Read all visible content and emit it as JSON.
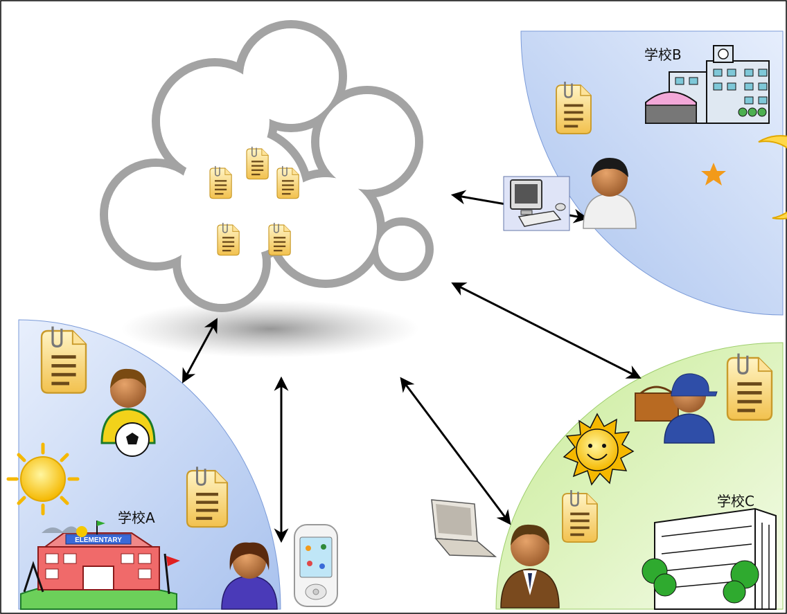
{
  "schools": {
    "a": {
      "label": "学校A",
      "building_text": "ELEMENTARY"
    },
    "b": {
      "label": "学校B"
    },
    "c": {
      "label": "学校C"
    }
  },
  "colors": {
    "region_a": "#c3d5f3",
    "region_b": "#c3d5f3",
    "region_c": "#d7f0b0",
    "cloud_outline": "#9a9a9a",
    "document": "#f7d36a",
    "arrow": "#000000"
  },
  "icons": {
    "cloud": "cloud-icon",
    "document": "document-icon",
    "person": "person-icon",
    "sun": "sun-icon",
    "moon": "moon-icon",
    "computer": "desktop-computer-icon",
    "phone": "mobile-phone-icon",
    "laptop": "laptop-icon",
    "school_building": "school-building-icon"
  }
}
